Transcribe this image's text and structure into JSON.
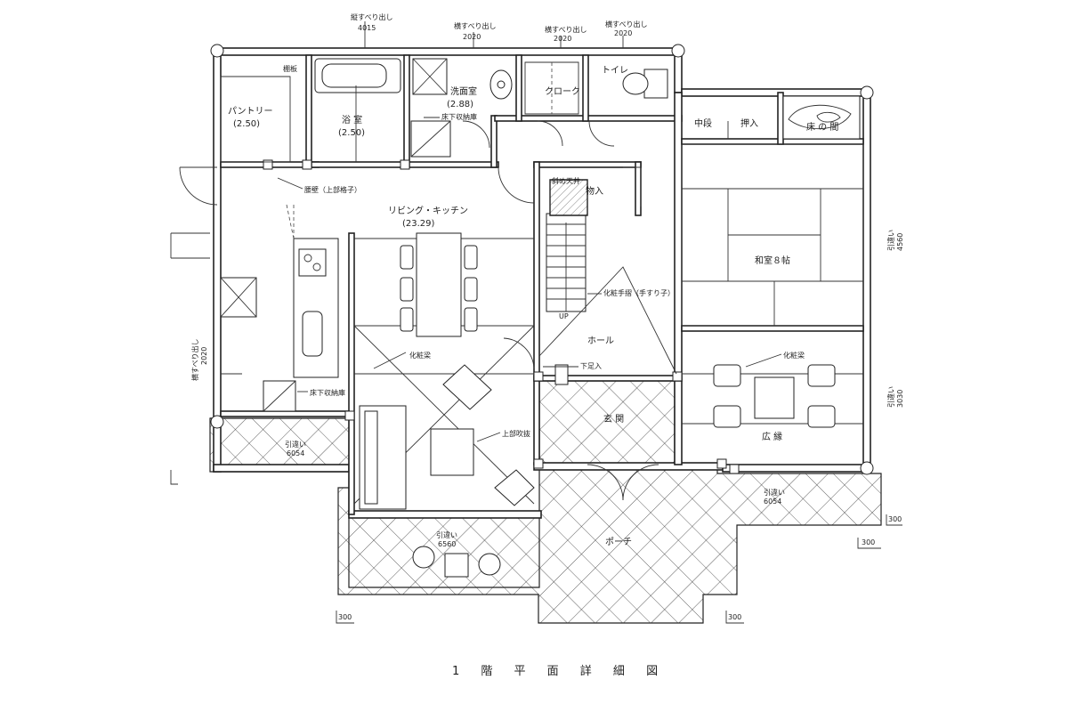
{
  "drawing": {
    "title": "1 階 平 面 詳 細 図"
  },
  "rooms": {
    "pantry": "パントリー",
    "pantry_area": "(2.50)",
    "shelf": "棚板",
    "bath": "浴 室",
    "bath_area": "(2.50)",
    "washroom": "洗面室",
    "washroom_area": "(2.88)",
    "underfloor_storage_1": "床下収納庫",
    "cloak": "クローク",
    "toilet": "トイレ",
    "living_kitchen": "リビング・キッチン",
    "living_area": "(23.29)",
    "waist_wall": "腰壁（上部格子）",
    "slanted_ceiling": "斜め天井",
    "storage": "物入",
    "decorative_handrail": "化粧手摺（手すり子）",
    "up": "UP",
    "hall": "ホール",
    "low_step": "下足入",
    "entrance": "玄 関",
    "decorative_beam_1": "化粧梁",
    "decorative_beam_2": "化粧梁",
    "open_above": "上部吹抜",
    "underfloor_storage_2": "床下収納庫",
    "middle_shelf": "中段",
    "closet": "押入",
    "tokonoma": "床 の 間",
    "japanese_room": "和室８帖",
    "veranda": "広 縁",
    "porch": "ポーチ"
  },
  "annotations": {
    "vertical_shutter_1": "縦すべり出し",
    "vertical_shutter_1_size": "4015",
    "horiz_shutter_1": "横すべり出し",
    "horiz_shutter_1_size": "2020",
    "horiz_shutter_2": "横すべり出し",
    "horiz_shutter_2_size": "2020",
    "horiz_shutter_3": "横すべり出し",
    "horiz_shutter_3_size": "2020",
    "vertical_shutter_side": "横すべり出し",
    "vertical_shutter_side_size": "2020",
    "sliding_1": "引違い",
    "sliding_1_size": "6054",
    "sliding_2": "引違い",
    "sliding_2_size": "6560",
    "sliding_3": "引違い",
    "sliding_3_size": "6054",
    "sliding_right_1": "引違い",
    "sliding_right_1_size": "4560",
    "sliding_right_2": "引違い",
    "sliding_right_2_size": "3030"
  },
  "dimensions": {
    "d1": "300",
    "d2": "300",
    "d3": "300",
    "d4": "300"
  }
}
